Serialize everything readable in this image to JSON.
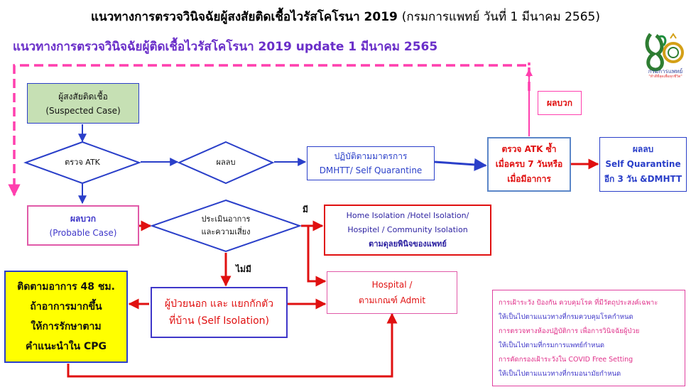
{
  "header": {
    "title_bold": "แนวทางการตรวจวินิจฉัยผู้สงสัยติดเชื้อไวรัสโคโรนา 2019",
    "title_normal": "(กรมการแพทย์ วันที่ 1 มีนาคม 2565)",
    "subtitle": "แนวทางการตรวจวินิจฉัยผู้ติดเชื้อไวรัสโคโรนา 2019 update 1 มีนาคม 2565"
  },
  "logo": {
    "text": "กรมการแพทย์",
    "tagline": "\"ทำดีที่สุดเพื่อทุกชีวิต\""
  },
  "nodes": {
    "suspected": {
      "line1": "ผู้สงสัยติดเชื้อ",
      "line2": "(Suspected Case)"
    },
    "atk_decision": {
      "text": "ตรวจ ATK"
    },
    "negative_decision": {
      "text": "ผลลบ"
    },
    "dmhtt": {
      "line1": "ปฏิบัติตามมาตรการ",
      "line2": "DMHTT/ Self Quarantine"
    },
    "retest": {
      "line1": "ตรวจ ATK ซ้ำ",
      "line2": "เมื่อครบ 7 วันหรือ",
      "line3": "เมื่อมีอาการ"
    },
    "positive_label": {
      "text": "ผลบวก"
    },
    "negative_final": {
      "line1": "ผลลบ",
      "line2": "Self Quarantine",
      "line3": "อีก 3 วัน &DMHTT"
    },
    "probable": {
      "line1": "ผลบวก",
      "line2": "(Probable Case)"
    },
    "assess": {
      "line1": "ประเมินอาการ",
      "line2": "และความเสี่ยง"
    },
    "has_label": {
      "text": "มี"
    },
    "no_label": {
      "text": "ไม่มี"
    },
    "isolation": {
      "line1": "Home Isolation /Hotel Isolation/",
      "line2": "Hospitel /  Community Isolation",
      "line3": "ตามดุลยพินิจของแพทย์"
    },
    "hospital": {
      "line1": "Hospital /",
      "line2": "ตามเกณฑ์ Admit"
    },
    "self_isolation": {
      "line1": "ผู้ป่วยนอก และ แยกกักตัว",
      "line2": "ที่บ้าน (Self Isolation)"
    },
    "followup": {
      "line1": "ติดตามอาการ 48 ชม.",
      "line2": "ถ้าอาการมากขึ้น",
      "line3": "ให้การรักษาตาม",
      "line4": "คำแนะนำใน CPG"
    }
  },
  "notes": [
    {
      "text": "การเฝ้าระวัง ป้องกัน ควบคุมโรค ที่มีวัตถุประสงค์เฉพาะ",
      "color": "#e0308a"
    },
    {
      "text": "ให้เป็นไปตามแนวทางที่กรมควบคุมโรคกำหนด",
      "color": "#3f37c9"
    },
    {
      "text": "การตรวจทางห้องปฏิบัติการ เพื่อการวินิจฉัยผู้ป่วย",
      "color": "#e0308a"
    },
    {
      "text": "ให้เป็นไปตามที่กรมการแพทย์กำหนด",
      "color": "#3f37c9"
    },
    {
      "text": "การคัดกรองเฝ้าระวังใน COVID Free Setting",
      "color": "#e0308a"
    },
    {
      "text": "ให้เป็นไปตามแนวทางที่กรมอนามัยกำหนด",
      "color": "#3f37c9"
    }
  ],
  "colors": {
    "blue": "#2a3fc9",
    "red": "#e01010",
    "pink": "#ff3fae",
    "green_fill": "#c6e0b4",
    "yellow_fill": "#ffff00",
    "purple_text": "#6a2fc9"
  }
}
